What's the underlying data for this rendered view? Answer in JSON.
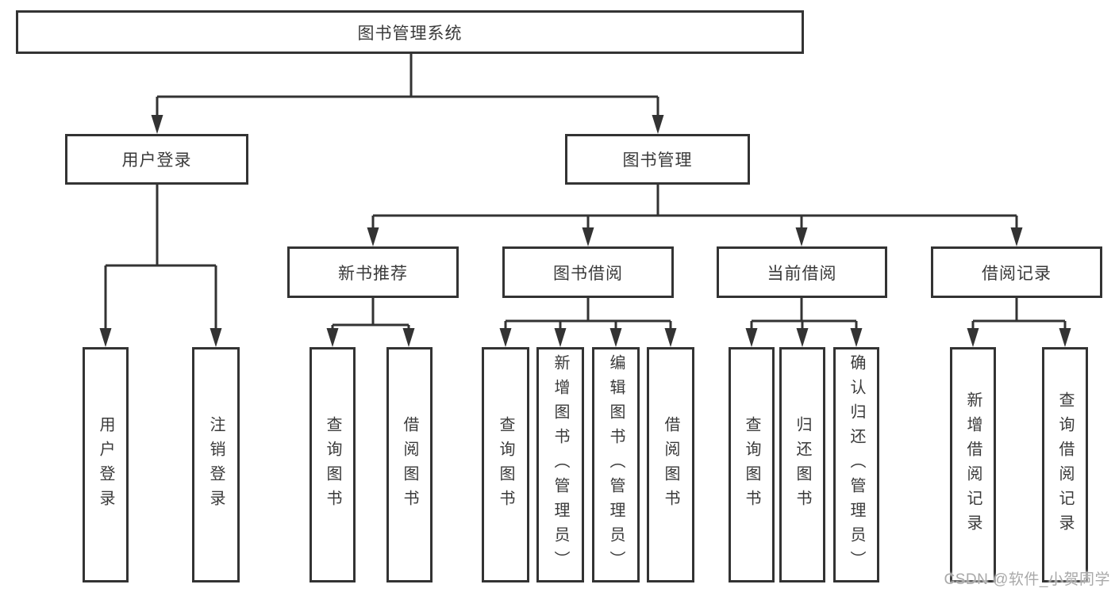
{
  "page": {
    "background": "#ffffff"
  },
  "colors": {
    "line": "#333333",
    "box_border": "#333333",
    "text": "#3a3a3a",
    "watermark": "#a9a9a9"
  },
  "tree": {
    "root": {
      "label": "图书管理系统"
    },
    "branches": [
      {
        "label": "用户登录",
        "children": [
          {
            "label": "用户登录"
          },
          {
            "label": "注销登录"
          }
        ]
      },
      {
        "label": "图书管理",
        "children": [
          {
            "label": "新书推荐",
            "children": [
              {
                "label": "查询图书"
              },
              {
                "label": "借阅图书"
              }
            ]
          },
          {
            "label": "图书借阅",
            "children": [
              {
                "label": "查询图书"
              },
              {
                "label": "新增图书（管理员）"
              },
              {
                "label": "编辑图书（管理员）"
              },
              {
                "label": "借阅图书"
              }
            ]
          },
          {
            "label": "当前借阅",
            "children": [
              {
                "label": "查询图书"
              },
              {
                "label": "归还图书"
              },
              {
                "label": "确认归还（管理员）"
              }
            ]
          },
          {
            "label": "借阅记录",
            "children": [
              {
                "label": "新增借阅记录"
              },
              {
                "label": "查询借阅记录"
              }
            ]
          }
        ]
      }
    ]
  },
  "watermark": {
    "text": "CSDN @软件_小贺同学"
  }
}
